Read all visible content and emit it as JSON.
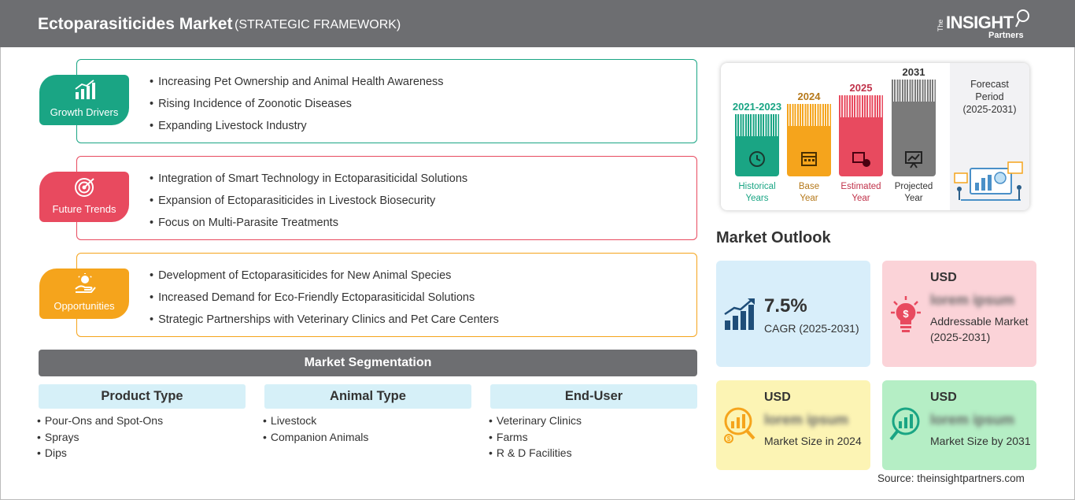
{
  "header": {
    "title": "Ectoparasiticides Market",
    "subtitle": "(STRATEGIC FRAMEWORK)",
    "logo_the": "The",
    "logo_insight": "INSIGHT",
    "logo_partners": "Partners"
  },
  "framework": [
    {
      "label": "Growth Drivers",
      "color": "#1aa584",
      "items": [
        "Increasing Pet Ownership and Animal Health Awareness",
        "Rising Incidence of Zoonotic Diseases",
        "Expanding Livestock Industry"
      ]
    },
    {
      "label": "Future Trends",
      "color": "#e84a5f",
      "items": [
        "Integration of Smart Technology in Ectoparasiticidal Solutions",
        "Expansion of Ectoparasiticides in Livestock Biosecurity",
        "Focus on Multi-Parasite Treatments"
      ]
    },
    {
      "label": "Opportunities",
      "color": "#f5a41c",
      "items": [
        "Development of Ectoparasiticides for New Animal Species",
        "Increased Demand for Eco-Friendly Ectoparasiticidal Solutions",
        "Strategic Partnerships with Veterinary Clinics and Pet Care Centers"
      ]
    }
  ],
  "segmentation": {
    "title": "Market Segmentation",
    "groups": [
      {
        "title": "Product Type",
        "items": [
          "Pour-Ons and Spot-Ons",
          "Sprays",
          "Dips"
        ]
      },
      {
        "title": "Animal Type",
        "items": [
          "Livestock",
          "Companion Animals"
        ]
      },
      {
        "title": "End-User",
        "items": [
          "Veterinary Clinics",
          "Farms",
          "R & D Facilities"
        ]
      }
    ]
  },
  "timeline": {
    "columns": [
      {
        "year": "2021-2023",
        "label1": "Historical",
        "label2": "Years",
        "color": "#1aa584",
        "icon": "history-icon"
      },
      {
        "year": "2024",
        "label1": "Base",
        "label2": "Year",
        "color": "#f5a41c",
        "icon": "calendar-icon"
      },
      {
        "year": "2025",
        "label1": "Estimated",
        "label2": "Year",
        "color": "#e84a5f",
        "icon": "estimate-icon"
      },
      {
        "year": "2031",
        "label1": "Projected",
        "label2": "Year",
        "color": "#7a7a7a",
        "icon": "presentation-icon"
      }
    ],
    "forecast_line1": "Forecast",
    "forecast_line2": "Period",
    "forecast_line3": "(2025-2031)"
  },
  "outlook": {
    "title": "Market Outlook",
    "cagr_value": "7.5%",
    "cagr_label": "CAGR (2025-2031)",
    "addressable_usd": "USD",
    "addressable_value": "lorem ipsum",
    "addressable_label": "Addressable Market (2025-2031)",
    "size2024_usd": "USD",
    "size2024_value": "lorem ipsum",
    "size2024_label": "Market Size in 2024",
    "size2031_usd": "USD",
    "size2031_value": "lorem ipsum",
    "size2031_label": "Market Size by 2031"
  },
  "source": "Source: theinsightpartners.com"
}
